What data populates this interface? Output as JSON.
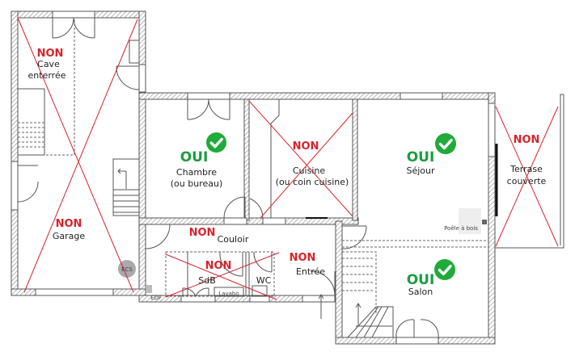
{
  "colors": {
    "non": "#d8232a",
    "oui": "#1a9e3f",
    "check_bg": "#1faa3a"
  },
  "verdicts": {
    "non": "NON",
    "oui": "OUI"
  },
  "rooms": {
    "cave": {
      "name_line1": "Cave",
      "name_line2": "enterrée",
      "verdict": "NON"
    },
    "garage": {
      "name": "Garage",
      "verdict": "NON"
    },
    "chambre": {
      "name_line1": "Chambre",
      "name_line2": "(ou bureau)",
      "verdict": "OUI"
    },
    "cuisine": {
      "name_line1": "Cuisine",
      "name_line2": "(ou coin cuisine)",
      "verdict": "NON"
    },
    "sejour": {
      "name": "Séjour",
      "verdict": "OUI"
    },
    "terrasse": {
      "name_line1": "Terrase",
      "name_line2": "couverte",
      "verdict": "NON"
    },
    "couloir": {
      "name": "Couloir",
      "verdict": "NON"
    },
    "sdb": {
      "name": "SdB",
      "verdict": "NON"
    },
    "wc": {
      "name": "WC"
    },
    "entree": {
      "name": "Entrée",
      "verdict": "NON"
    },
    "salon": {
      "name": "Salon",
      "verdict": "OUI"
    }
  },
  "fixtures": {
    "lavabo": "Lavabo",
    "edf": "EDF",
    "ecs": "ECS",
    "poele": "Poêle à bois"
  }
}
